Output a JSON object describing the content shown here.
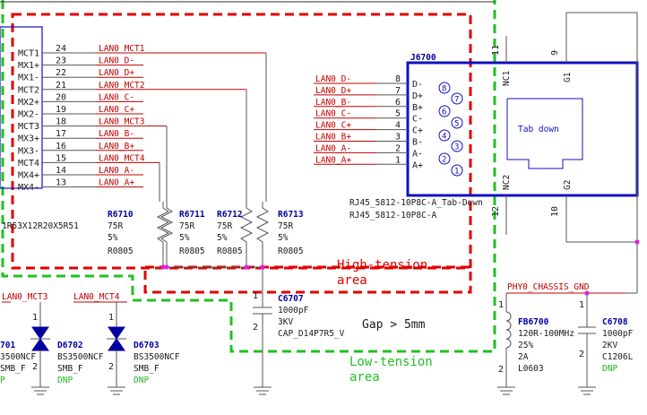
{
  "left_connector": {
    "pins": [
      "MCT1",
      "MX1+",
      "MX1-",
      "MCT2",
      "MX2+",
      "MX2-",
      "MCT3",
      "MX3+",
      "MX3-",
      "MCT4",
      "MX4+",
      "MX4-"
    ],
    "numbers": [
      "24",
      "23",
      "22",
      "21",
      "20",
      "19",
      "18",
      "17",
      "16",
      "15",
      "14",
      "13"
    ],
    "nets": [
      "LAN0_MCT1",
      "LAN0_D-",
      "LAN0_D+",
      "LAN0_MCT2",
      "LAN0_C-",
      "LAN0_C+",
      "LAN0_MCT3",
      "LAN0_B-",
      "LAN0_B+",
      "LAN0_MCT4",
      "LAN0_A-",
      "LAN0_A+"
    ],
    "part_text": "1R53X12R20X5R51"
  },
  "resistors": [
    {
      "ref": "R6710",
      "value": "75R",
      "tol": "5%",
      "pkg": "R0805"
    },
    {
      "ref": "R6711",
      "value": "75R",
      "tol": "5%",
      "pkg": "R0805"
    },
    {
      "ref": "R6712",
      "value": "75R",
      "tol": "5%",
      "pkg": "R0805"
    },
    {
      "ref": "R6713",
      "value": "75R",
      "tol": "5%",
      "pkg": "R0805"
    }
  ],
  "jack": {
    "ref": "J6700",
    "nets": [
      "LAN0_D-",
      "LAN0_D+",
      "LAN0_B-",
      "LAN0_C-",
      "LAN0_C+",
      "LAN0_B+",
      "LAN0_A-",
      "LAN0_A+"
    ],
    "pin_nums": [
      "8",
      "7",
      "6",
      "5",
      "4",
      "3",
      "2",
      "1"
    ],
    "pin_names": [
      "D-",
      "D+",
      "B+",
      "C-",
      "C+",
      "B-",
      "A-",
      "A+"
    ],
    "circled": [
      "8",
      "7",
      "6",
      "5",
      "4",
      "3",
      "2",
      "1"
    ],
    "nc1": "NC1",
    "nc2": "NC2",
    "g1": "G1",
    "g2": "G2",
    "nc1_num": "11",
    "nc2_num": "12",
    "g1_num": "9",
    "g2_num": "10",
    "tab_text": "Tab down",
    "part1": "RJ45_5812-10P8C-A_Tab-Down",
    "part2": "RJ45_5812-10P8C-A"
  },
  "cap_hv": {
    "ref": "C6707",
    "value": "1000pF",
    "volt": "3KV",
    "pkg": "CAP_D14P7R5_V",
    "pin1": "1",
    "pin2": "2"
  },
  "gap_note": "Gap > 5mm",
  "high_label": [
    "High-tension",
    "area"
  ],
  "low_label": [
    "Low-tension",
    "area"
  ],
  "chassis_net": "PHY0_CHASSIS_GND",
  "ferrite": {
    "ref": "FB6700",
    "value": "120R-100MHz",
    "tol": "25%",
    "current": "2A",
    "pkg": "L0603",
    "pin1": "1",
    "pin2": "2"
  },
  "cap_c6708": {
    "ref": "C6708",
    "value": "1000pF",
    "volt": "2KV",
    "pkg": "C1206L",
    "dnp": "DNP",
    "pin1": "1",
    "pin2": "2"
  },
  "diodes": [
    {
      "ref": "701",
      "part": "3500NCF",
      "pkg": "SMB_F",
      "dnp": "P",
      "net": "LAN0_MCT3",
      "pin1": "1",
      "pin2": "2"
    },
    {
      "ref": "D6702",
      "part": "BS3500NCF",
      "pkg": "SMB_F",
      "dnp": "DNP",
      "net": "",
      "pin1": "1",
      "pin2": "2"
    },
    {
      "ref": "D6703",
      "part": "BS3500NCF",
      "pkg": "SMB_F",
      "dnp": "DNP",
      "net": "LAN0_MCT4",
      "pin1": "1",
      "pin2": "2"
    }
  ],
  "colors": {
    "net": "#c00000",
    "refdes": "#0000a0",
    "high_tension": "#e00000",
    "low_tension": "#22c022",
    "jack_box": "#1010c0",
    "junction": "#e020e0"
  }
}
